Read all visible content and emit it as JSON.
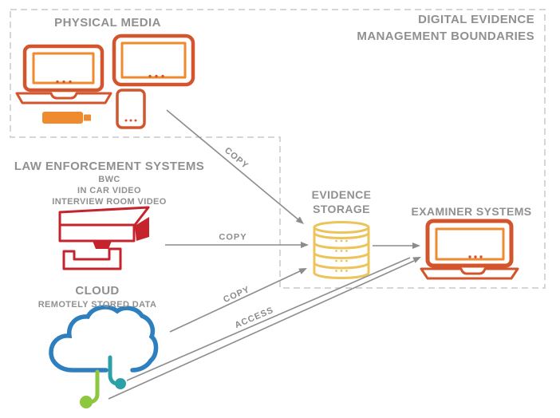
{
  "title": {
    "line1": "DIGITAL EVIDENCE",
    "line2": "MANAGEMENT BOUNDARIES"
  },
  "nodes": {
    "physical_media": {
      "label": "PHYSICAL MEDIA",
      "icons": [
        "laptop-icon",
        "tablet-icon",
        "smartphone-icon",
        "usb-drive-icon"
      ]
    },
    "law_enforcement_systems": {
      "label": "LAW ENFORCEMENT SYSTEMS",
      "sublabels": [
        "BWC",
        "IN CAR VIDEO",
        "INTERVIEW ROOM VIDEO"
      ],
      "icon": "cctv-camera-icon"
    },
    "cloud": {
      "label": "CLOUD",
      "sublabel": "REMOTELY STORED DATA",
      "icon": "cloud-icon"
    },
    "evidence_storage": {
      "label_line1": "EVIDENCE",
      "label_line2": "STORAGE",
      "icon": "database-icon"
    },
    "examiner_systems": {
      "label": "EXAMINER SYSTEMS",
      "icon": "laptop-icon"
    }
  },
  "flows": [
    {
      "from": "PHYSICAL MEDIA",
      "to": "EVIDENCE STORAGE",
      "label": "COPY"
    },
    {
      "from": "LAW ENFORCEMENT SYSTEMS",
      "to": "EVIDENCE STORAGE",
      "label": "COPY"
    },
    {
      "from": "CLOUD",
      "to": "EVIDENCE STORAGE",
      "label": "COPY"
    },
    {
      "from": "CLOUD",
      "to": "EXAMINER SYSTEMS",
      "label": "ACCESS"
    }
  ],
  "colors": {
    "orange_dark": "#D2552E",
    "orange_light": "#F08A2E",
    "red": "#C5242C",
    "blue": "#2E7FBE",
    "teal": "#2BA0A6",
    "green": "#8DC63F",
    "gold": "#EDC45C",
    "text_gray": "#909090",
    "arrow_gray": "#8C8C8C",
    "border_gray": "#C9C9C9"
  }
}
